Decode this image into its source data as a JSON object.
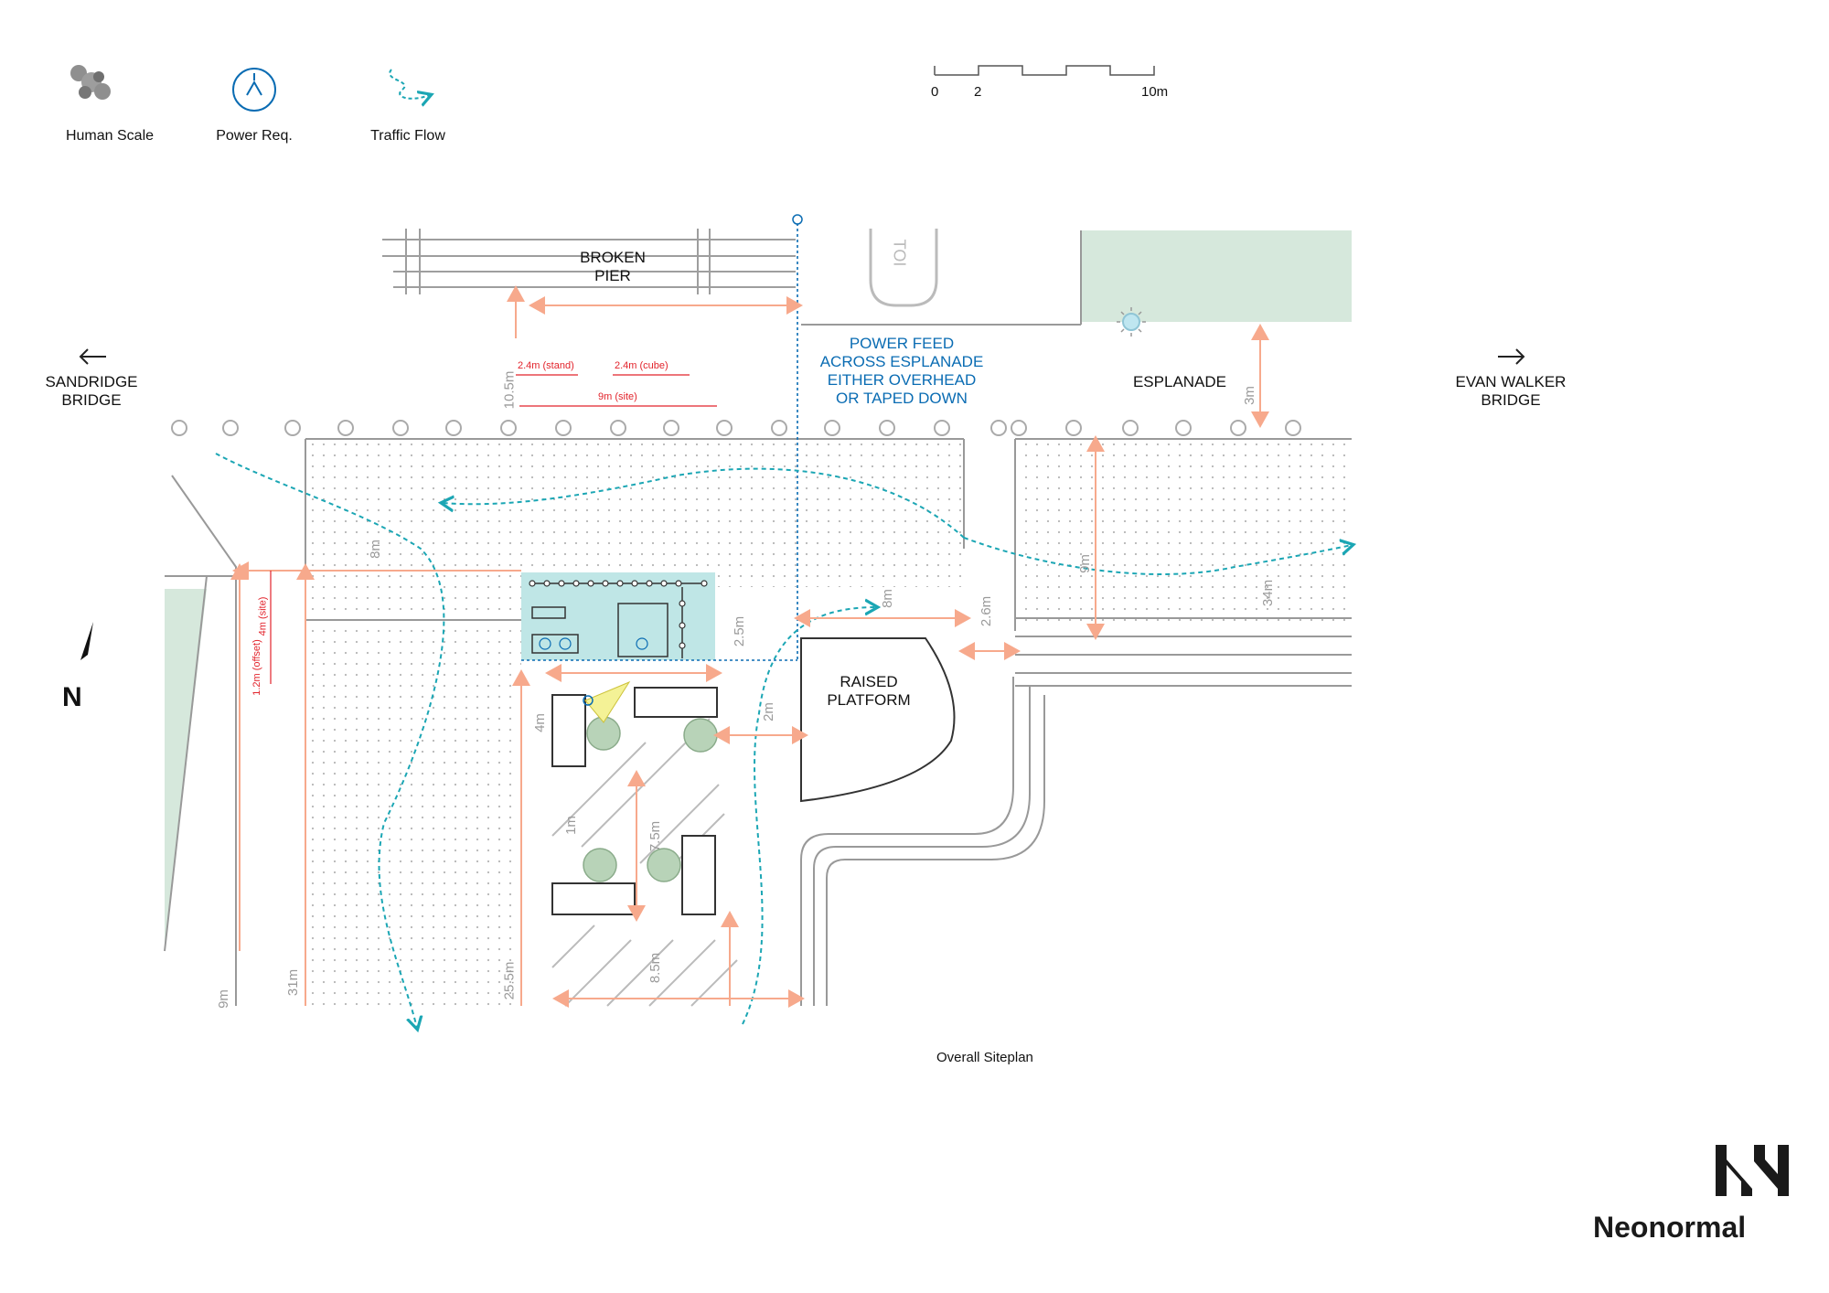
{
  "legend": {
    "items": [
      {
        "icon": "human-scale-icon",
        "label": "Human Scale"
      },
      {
        "icon": "power-icon",
        "label": "Power Req."
      },
      {
        "icon": "traffic-flow-icon",
        "label": "Traffic Flow"
      }
    ]
  },
  "scale_bar": {
    "ticks": [
      "0",
      "2",
      "10m"
    ]
  },
  "labels": {
    "broken_pier": "BROKEN\nPIER",
    "power_feed": "POWER FEED\nACROSS ESPLANADE\nEITHER OVERHEAD\nOR TAPED DOWN",
    "esplanade": "ESPLANADE",
    "sandridge": "SANDRIDGE\nBRIDGE",
    "evan_walker": "EVAN WALKER\nBRIDGE",
    "raised_platform": "RAISED\nPLATFORM",
    "north": "N",
    "toilet": "TOI",
    "caption": "Overall Siteplan"
  },
  "dimensions": {
    "red": {
      "stand": "2.4m (stand)",
      "cube": "2.4m (cube)",
      "site": "9m (site)",
      "offset": "1.2m (offset)",
      "site_v": "4m (site)"
    },
    "grey": {
      "d10_5": "10.5m",
      "d8_left": "8m",
      "d2_5": "2.5m",
      "d8_right": "8m",
      "d2_6": "2.6m",
      "d3": "3m",
      "d9_right": "9m",
      "d34": "34m",
      "d4": "4m",
      "d2": "2m",
      "d1": "1m",
      "d7_5": "7.5m",
      "d8_5": "8.5m",
      "d25_5": "25.5m",
      "d31": "31m",
      "d9_left": "9m"
    }
  },
  "logo": {
    "name": "Neonormal"
  },
  "colors": {
    "accent": "#0a6cb3",
    "dimension": "#f7a98c",
    "flow": "#1ba6b4",
    "site_fill": "#bfe6e6",
    "green": "#d6e8dc",
    "red": "#e2232b"
  }
}
